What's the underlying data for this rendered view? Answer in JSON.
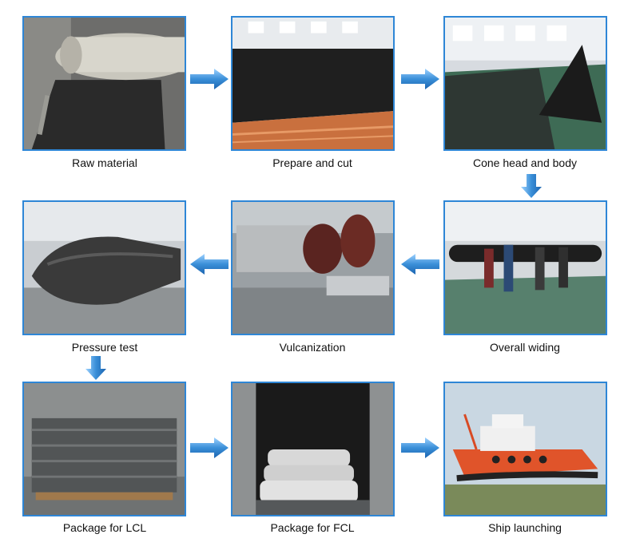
{
  "steps": [
    {
      "label": "Raw material"
    },
    {
      "label": "Prepare and cut"
    },
    {
      "label": "Cone head and body"
    },
    {
      "label": "Overall widing"
    },
    {
      "label": "Vulcanization"
    },
    {
      "label": "Pressure test"
    },
    {
      "label": "Package for LCL"
    },
    {
      "label": "Package for FCL"
    },
    {
      "label": "Ship launching"
    }
  ],
  "colors": {
    "frame": "#2e86d6",
    "arrow": "#3a8fd8"
  }
}
